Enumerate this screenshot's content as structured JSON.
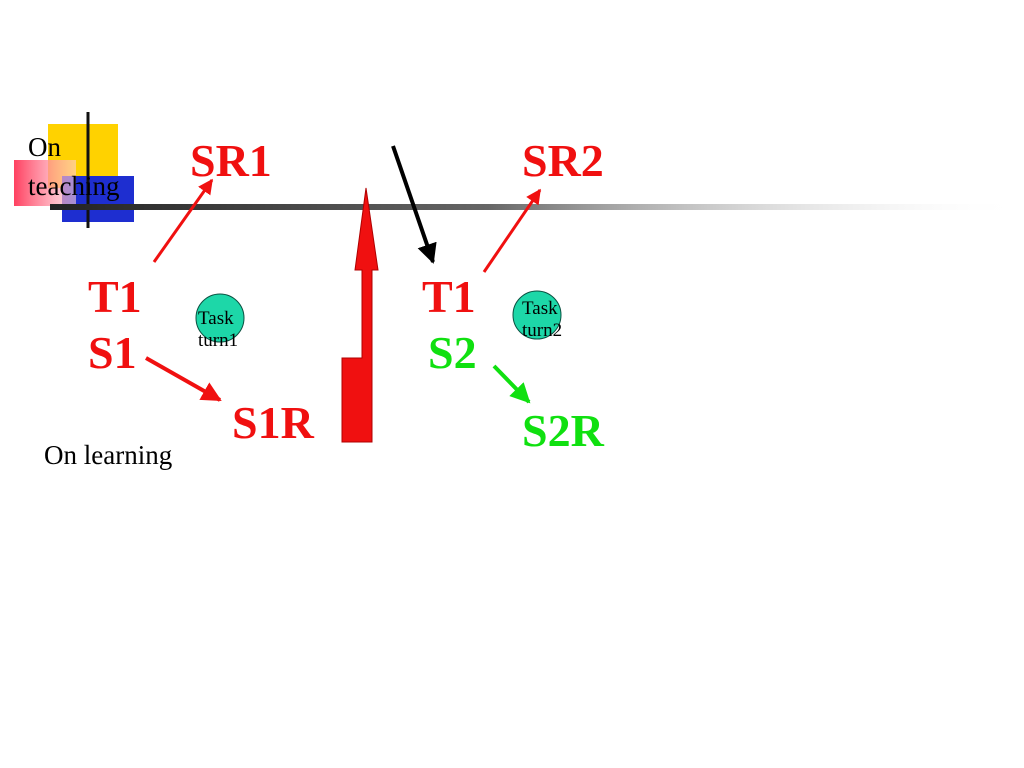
{
  "labels": {
    "on_teaching": "On teaching",
    "on_learning": "On learning",
    "sr1": "SR1",
    "sr2": "SR2",
    "t1_left": "T1",
    "s1": "S1",
    "s1r": "S1R",
    "t1_right": "T1",
    "s2": "S2",
    "s2r": "S2R",
    "task_turn1": "Task turn1",
    "task_turn2": "Task turn2"
  },
  "colors": {
    "red": "#f01010",
    "green": "#10e010",
    "teal": "#1dd7a8",
    "black": "#000000",
    "yellow": "#ffd200",
    "blue": "#1e2ed0"
  }
}
